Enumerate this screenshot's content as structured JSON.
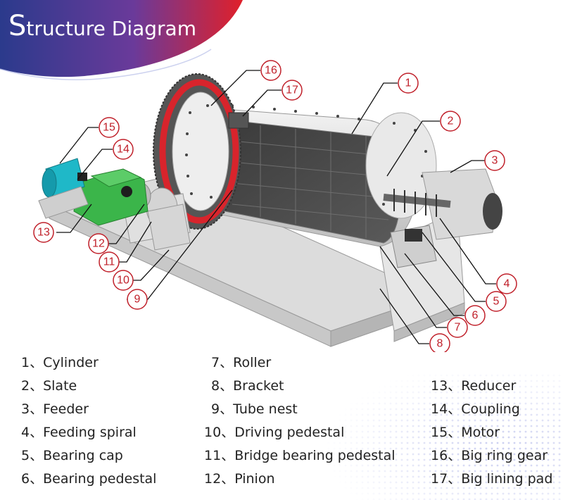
{
  "title": {
    "first": "S",
    "rest": "tructure Diagram"
  },
  "callouts": [
    "1",
    "2",
    "3",
    "4",
    "5",
    "6",
    "7",
    "8",
    "9",
    "10",
    "11",
    "12",
    "13",
    "14",
    "15",
    "16",
    "17"
  ],
  "legend": [
    {
      "num": "1、",
      "label": "Cylinder"
    },
    {
      "num": "2、",
      "label": "Slate"
    },
    {
      "num": "3、",
      "label": "Feeder"
    },
    {
      "num": "4、",
      "label": "Feeding spiral"
    },
    {
      "num": "5、",
      "label": "Bearing cap"
    },
    {
      "num": "6、",
      "label": "Bearing pedestal"
    },
    {
      "num": "7、",
      "label": "Roller"
    },
    {
      "num": "8、",
      "label": "Bracket"
    },
    {
      "num": "9、",
      "label": "Tube nest"
    },
    {
      "num": "10、",
      "label": "Driving pedestal"
    },
    {
      "num": "11、",
      "label": "Bridge bearing pedestal"
    },
    {
      "num": "12、",
      "label": "Pinion"
    },
    {
      "num": "13、",
      "label": "Reducer"
    },
    {
      "num": "14、",
      "label": "Coupling"
    },
    {
      "num": "15、",
      "label": "Motor"
    },
    {
      "num": "16、",
      "label": "Big ring gear"
    },
    {
      "num": "17、",
      "label": "Big lining pad"
    }
  ],
  "colors": {
    "banner_blue": "#2b3a8c",
    "banner_red": "#e0202a",
    "callout": "#c0202a",
    "motor": "#1fb8c8",
    "reducer": "#3bb54a",
    "gear_red": "#d8242c"
  }
}
